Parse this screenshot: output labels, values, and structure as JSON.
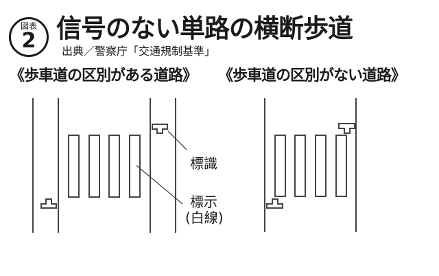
{
  "header": {
    "badge_label": "図表",
    "badge_number": "2",
    "title": "信号のない単路の横断歩道",
    "source": "出典／警察庁「交通規制基準」"
  },
  "diagrams": [
    {
      "heading": "《歩車道の区別がある道路》"
    },
    {
      "heading": "《歩車道の区別がない道路》"
    }
  ],
  "labels": {
    "sign": "標識",
    "marking": "標示",
    "marking_note": "(白線)"
  },
  "colors": {
    "ink": "#1a1a1a",
    "line": "#444444",
    "background": "#ffffff"
  }
}
